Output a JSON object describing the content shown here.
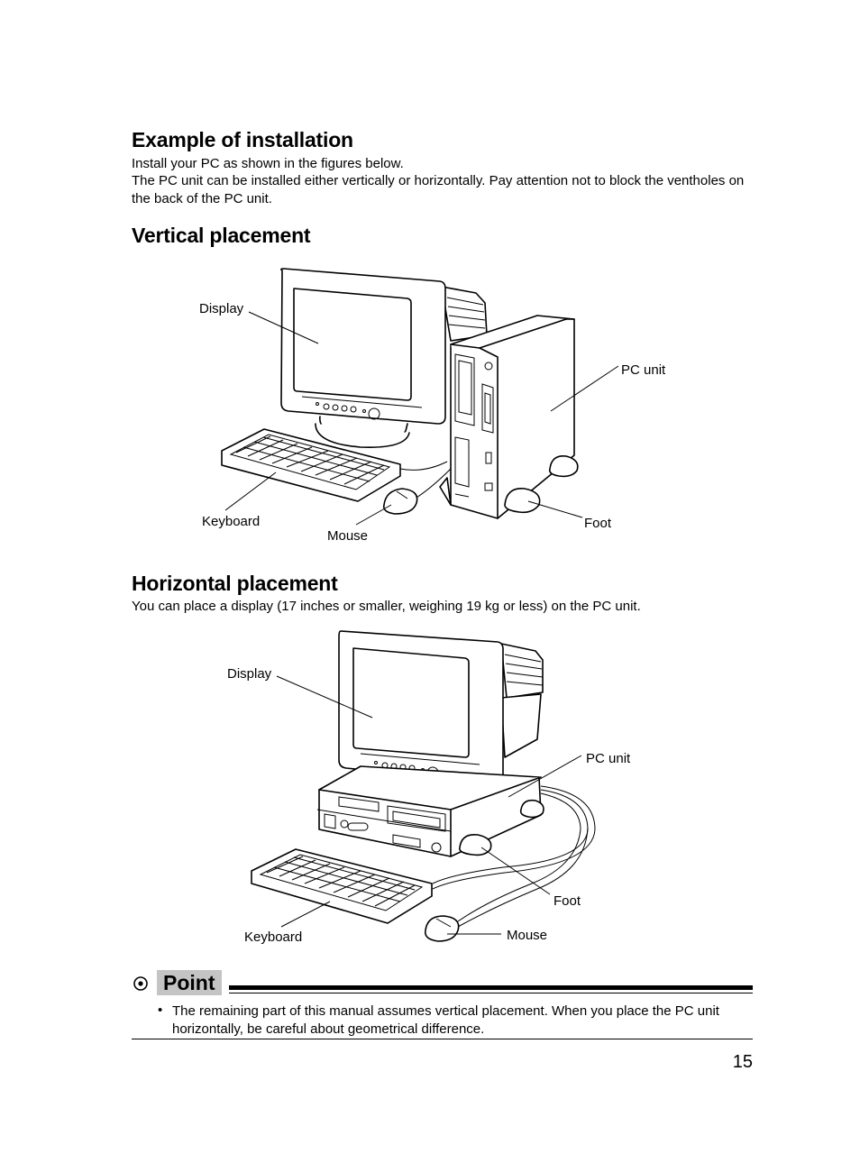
{
  "installation": {
    "title": "Example of installation",
    "line1": "Install your PC as shown in the figures below.",
    "line2": "The PC unit can be installed either vertically or horizontally. Pay attention not to block the ventholes on the back of the PC unit."
  },
  "vertical": {
    "title": "Vertical placement",
    "labels": {
      "display": "Display",
      "pc_unit": "PC unit",
      "keyboard": "Keyboard",
      "mouse": "Mouse",
      "foot": "Foot"
    }
  },
  "horizontal": {
    "title": "Horizontal placement",
    "description": "You can place a display (17 inches or smaller, weighing 19 kg or less) on the PC unit.",
    "labels": {
      "display": "Display",
      "pc_unit": "PC unit",
      "foot": "Foot",
      "keyboard": "Keyboard",
      "mouse": "Mouse"
    }
  },
  "point": {
    "icon": "target-icon",
    "title": "Point",
    "bullet": "•",
    "text": "The remaining part of this manual assumes vertical placement. When you place the PC unit horizontally, be careful about geometrical difference."
  },
  "page_number": "15"
}
